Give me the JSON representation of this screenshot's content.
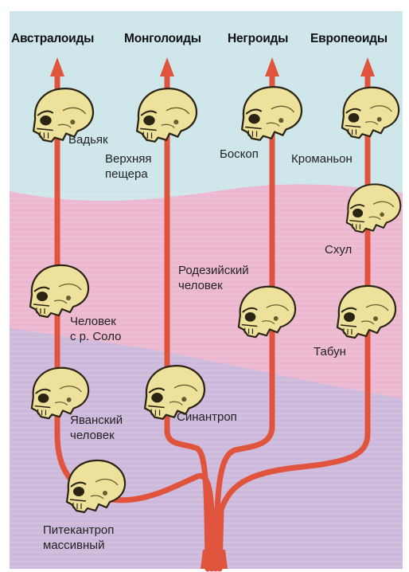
{
  "branches": {
    "australoids": "Австралоиды",
    "mongoloids": "Монголоиды",
    "negroids": "Негроиды",
    "europeoids": "Европеоиды"
  },
  "specimens": {
    "wadjak": "Вадьяк",
    "upper_cave_line1": "Верхняя",
    "upper_cave_line2": "пещера",
    "boskop": "Боскоп",
    "cromagnon": "Кроманьон",
    "skhul": "Схул",
    "rhodesian_line1": "Родезийский",
    "rhodesian_line2": "человек",
    "tabun": "Табун",
    "solo_line1": "Человек",
    "solo_line2": "с р. Соло",
    "javan_line1": "Яванский",
    "javan_line2": "человек",
    "sinanthropus": "Синантроп",
    "pithecanthropus_line1": "Питекантроп",
    "pithecanthropus_line2": "массивный"
  },
  "colors": {
    "sky": "#cfe6ea",
    "pink_band": "#ecb8cf",
    "lavender_band": "#cdb9dc",
    "trunk": "#e0533c",
    "skull_fill": "#eee19c",
    "skull_stroke": "#2a2413"
  },
  "icons": {
    "skull": "hominid-skull-icon",
    "arrowhead": "arrow-up-icon"
  }
}
